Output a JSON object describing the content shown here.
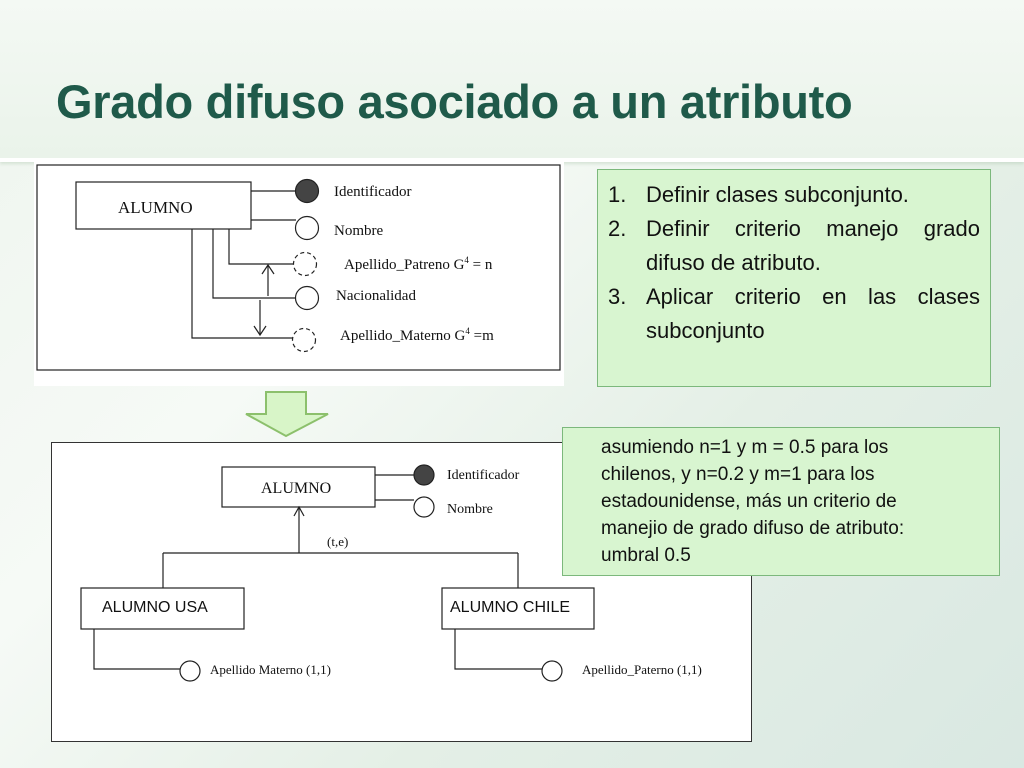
{
  "slide": {
    "title": "Grado difuso asociado a un atributo"
  },
  "diagram_top": {
    "entity": "ALUMNO",
    "attributes": {
      "identificador": "Identificador",
      "nombre": "Nombre",
      "apellido_patreno": "Apellido_Patreno G",
      "apellido_patreno_sup": "4",
      "apellido_patreno_eq": " = n",
      "nacionalidad": "Nacionalidad",
      "apellido_materno": "Apellido_Materno G",
      "apellido_materno_sup": "4",
      "apellido_materno_eq": " =m"
    }
  },
  "diagram_bottom": {
    "entity": "ALUMNO",
    "attributes": {
      "identificador": "Identificador",
      "nombre": "Nombre"
    },
    "constraint": "(t,e)",
    "sub_usa": "ALUMNO USA",
    "sub_chile": "ALUMNO CHILE",
    "usa_attr": "Apellido Materno (1,1)",
    "chile_attr": "Apellido_Paterno (1,1)"
  },
  "steps": [
    {
      "num": "1.",
      "text": "Definir clases subconjunto."
    },
    {
      "num": "2.",
      "text": "Definir criterio manejo grado difuso de atributo."
    },
    {
      "num": "3.",
      "text": "Aplicar criterio en las clases subconjunto"
    }
  ],
  "note": {
    "text": "asumiendo n=1 y m = 0.5 para los\nchilenos, y n=0.2 y m=1 para los\nestadounidense, más un criterio de\nmanejio de grado difuso de atributo:\numbral 0.5"
  },
  "colors": {
    "title": "#1f5a4a",
    "green_box": "#d8f5d0",
    "arrow_fill": "#d8f5c8",
    "arrow_stroke": "#8cc06c"
  }
}
